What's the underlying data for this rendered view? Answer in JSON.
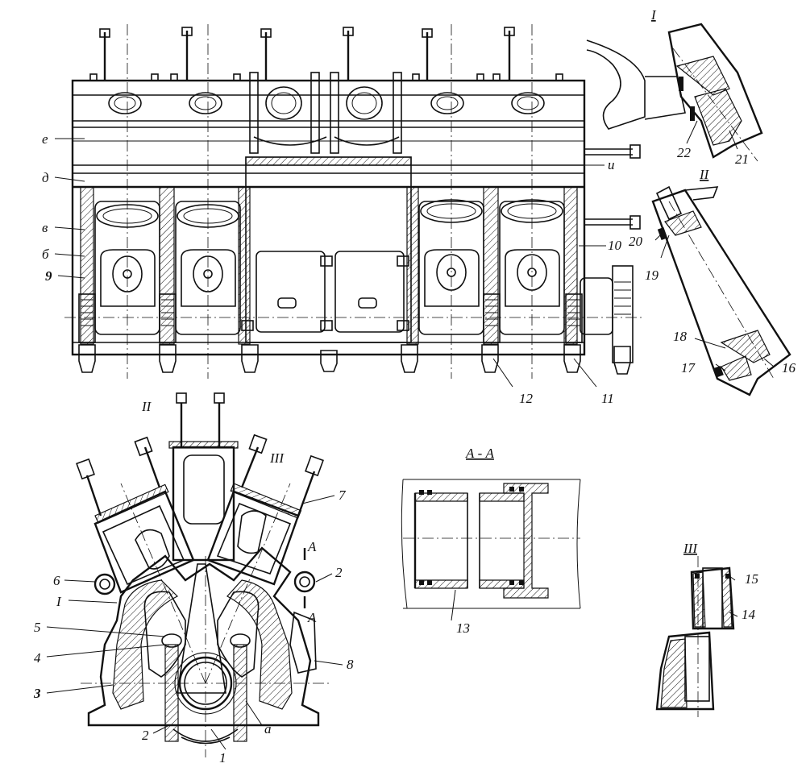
{
  "callouts": {
    "e": "е",
    "d": "д",
    "v": "в",
    "b": "б",
    "i": "и",
    "n9": "9",
    "n10": "10",
    "n11": "11",
    "n12": "12",
    "n22": "22",
    "n21": "21",
    "n20": "20",
    "n19": "19",
    "n18": "18",
    "n17": "17",
    "n16": "16",
    "n6": "6",
    "I_sec": "I",
    "n5": "5",
    "n4": "4",
    "n3": "3",
    "n2l": "2",
    "n1": "1",
    "a": "а",
    "n8": "8",
    "n2r": "2",
    "n7": "7",
    "A_top": "А",
    "A_bot": "А",
    "II_sec": "II",
    "III_sec": "III",
    "n13": "13",
    "n15": "15",
    "n14": "14"
  },
  "section_titles": {
    "I": "I",
    "II": "II",
    "AA": "А - А",
    "III": "III"
  }
}
